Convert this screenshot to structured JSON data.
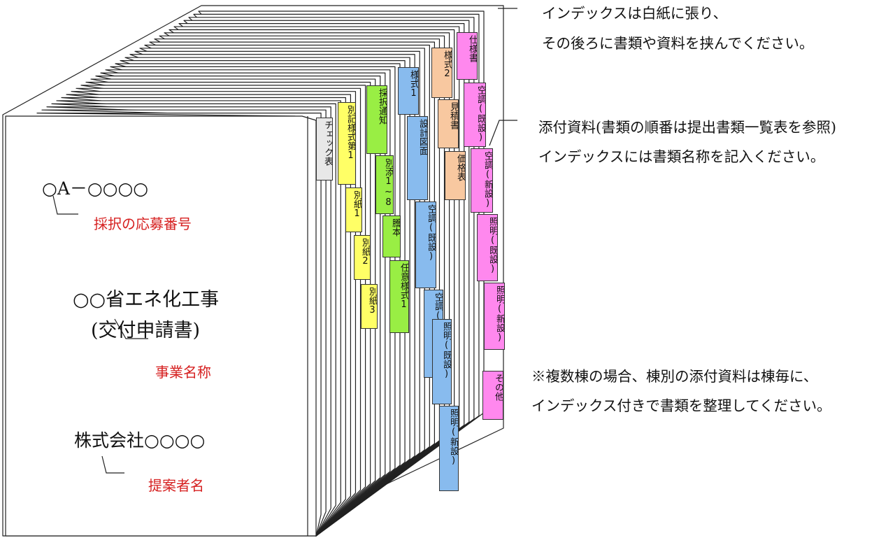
{
  "colors": {
    "yellow": "#ffff66",
    "green": "#99ee44",
    "blue": "#88bbee",
    "peach": "#f8c8a0",
    "magenta": "#ff88ee",
    "gray": "#e8e8e8",
    "red_text": "#d62020"
  },
  "cover": {
    "number": "○A－○○○○",
    "number_label": "採択の応募番号",
    "title_line1": "○○省エネ化工事",
    "title_line2": "(交付申請書)",
    "title_label": "事業名称",
    "company": "株式会社○○○○",
    "company_label": "提案者名"
  },
  "notes": {
    "index_line1": "インデックスは白紙に張り、",
    "index_line2": "その後ろに書類や資料を挟んでください。",
    "attach_line1": "添付資料(書類の順番は提出書類一覧表を参照)",
    "attach_line2": "インデックスには書類名称を記入ください。",
    "multi_line1": "※複数棟の場合、棟別の添付資料は棟毎に、",
    "multi_line2": "インデックス付きで書類を整理してください。"
  },
  "tabs": [
    {
      "label": "チェック表",
      "color": "gray"
    },
    {
      "label": "別記様式第1",
      "color": "yellow"
    },
    {
      "label": "別紙1",
      "color": "yellow"
    },
    {
      "label": "別紙2",
      "color": "yellow"
    },
    {
      "label": "別紙3",
      "color": "yellow"
    },
    {
      "label": "採択通知",
      "color": "green"
    },
    {
      "label": "別添1~8",
      "color": "green"
    },
    {
      "label": "謄本",
      "color": "green"
    },
    {
      "label": "任意様式1",
      "color": "green"
    },
    {
      "label": "様式1",
      "color": "blue"
    },
    {
      "label": "設計図面",
      "color": "blue"
    },
    {
      "label": "空調(既設)",
      "color": "blue"
    },
    {
      "label": "空調(新設)",
      "color": "blue"
    },
    {
      "label": "照明(既設)",
      "color": "blue"
    },
    {
      "label": "照明(新設)",
      "color": "blue"
    },
    {
      "label": "様式2",
      "color": "peach"
    },
    {
      "label": "見積書",
      "color": "peach"
    },
    {
      "label": "価格表",
      "color": "peach"
    },
    {
      "label": "仕様書",
      "color": "magenta"
    },
    {
      "label": "空調(既設)",
      "color": "magenta"
    },
    {
      "label": "空調(新設)",
      "color": "magenta"
    },
    {
      "label": "照明(既設)",
      "color": "magenta"
    },
    {
      "label": "照明(新設)",
      "color": "magenta"
    },
    {
      "label": "その他",
      "color": "magenta"
    }
  ]
}
